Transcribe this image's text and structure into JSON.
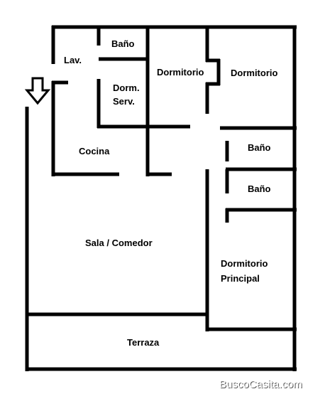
{
  "rooms": {
    "bano_1": "Baño",
    "lav": "Lav.",
    "dormitorio_1": "Dormitorio",
    "dormitorio_2": "Dormitorio",
    "dorm_serv_line1": "Dorm.",
    "dorm_serv_line2": "Serv.",
    "cocina": "Cocina",
    "bano_2": "Baño",
    "bano_3": "Baño",
    "sala_comedor": "Sala / Comedor",
    "dormitorio_principal_line1": "Dormitorio",
    "dormitorio_principal_line2": "Principal",
    "terraza": "Terraza"
  },
  "entrance_icon": "down-arrow-icon",
  "watermark": "BuscoCasita.com",
  "colors": {
    "wall": "#000000",
    "background": "#ffffff",
    "watermark_fill": "#ffffff",
    "watermark_outline": "#555555"
  }
}
